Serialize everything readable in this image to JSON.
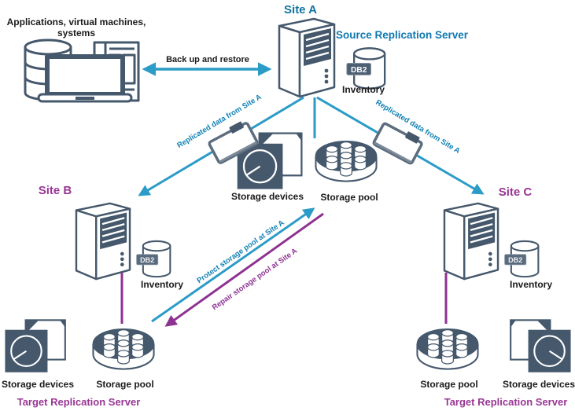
{
  "colors": {
    "teal_line": "#2b9bc7",
    "teal_heading": "#11739f",
    "blue_heading": "#0e78b1",
    "teal_flow_label": "#1080b4",
    "purple_heading": "#993694",
    "purple_line": "#8e3292",
    "icon_dark": "#45586c",
    "black_text": "#1a1a1a"
  },
  "apps": {
    "label": "Applications, virtual machines, systems"
  },
  "site_a": {
    "title": "Site A",
    "role": "Source Replication Server",
    "db_badge": "DB2",
    "inventory_label": "Inventory"
  },
  "site_b": {
    "title": "Site B",
    "db_badge": "DB2",
    "inventory_label": "Inventory",
    "storage_devices_label": "Storage devices",
    "storage_pool_label": "Storage pool",
    "role": "Target Replication Server"
  },
  "site_c": {
    "title": "Site C",
    "db_badge": "DB2",
    "inventory_label": "Inventory",
    "storage_pool_label": "Storage pool",
    "storage_devices_label": "Storage devices",
    "role": "Target Replication Server"
  },
  "center": {
    "storage_devices_label": "Storage devices",
    "storage_pool_label": "Storage pool"
  },
  "flows": {
    "backup_restore": "Back up and restore",
    "replicated_left": "Replicated data from Site A",
    "replicated_right": "Replicated data from Site A",
    "protect": "Protect storage pool at Site A",
    "repair": "Repair storage pool at Site A"
  },
  "icons": {
    "apps": "applications-vm-systems-icon",
    "server": "server-tower-icon",
    "database": "db2-database-icon",
    "storage_pool": "storage-pool-icon",
    "storage_devices": "storage-devices-icon",
    "tape": "tape-cartridge-icon"
  }
}
